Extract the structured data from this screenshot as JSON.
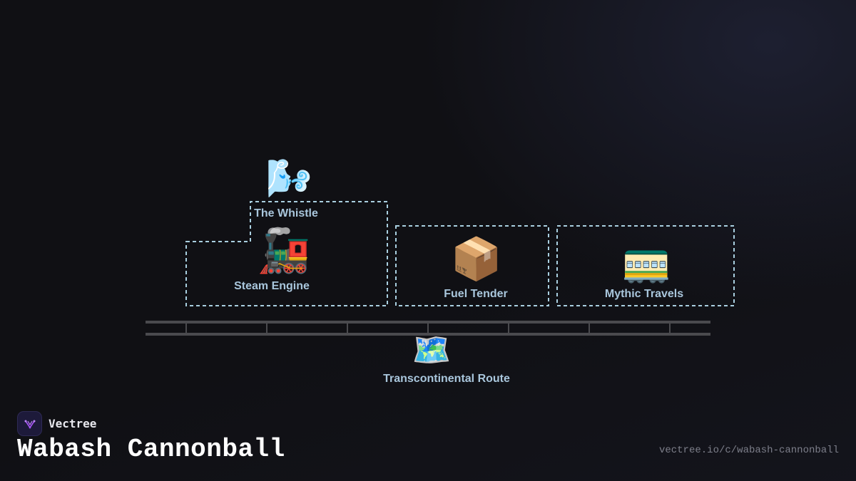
{
  "brand": {
    "name": "Vectree",
    "logo_icon": "vectree-logo-icon",
    "accent": "#a855f7"
  },
  "title": "Wabash Cannonball",
  "url": "vectree.io/c/wabash-cannonball",
  "nodes": {
    "whistle": {
      "label": "The Whistle",
      "icon": "wind-face-icon",
      "glyph": "🌬️"
    },
    "engine": {
      "label": "Steam Engine",
      "icon": "locomotive-icon",
      "glyph": "🚂"
    },
    "tender": {
      "label": "Fuel Tender",
      "icon": "package-icon",
      "glyph": "📦"
    },
    "travels": {
      "label": "Mythic Travels",
      "icon": "railway-car-icon",
      "glyph": "🚃"
    },
    "route": {
      "label": "Transcontinental Route",
      "icon": "world-map-icon",
      "glyph": "🗺️"
    }
  },
  "colors": {
    "frame": "#a9cfe0",
    "label": "#a9c6dc",
    "track": "#4a4a4e"
  }
}
